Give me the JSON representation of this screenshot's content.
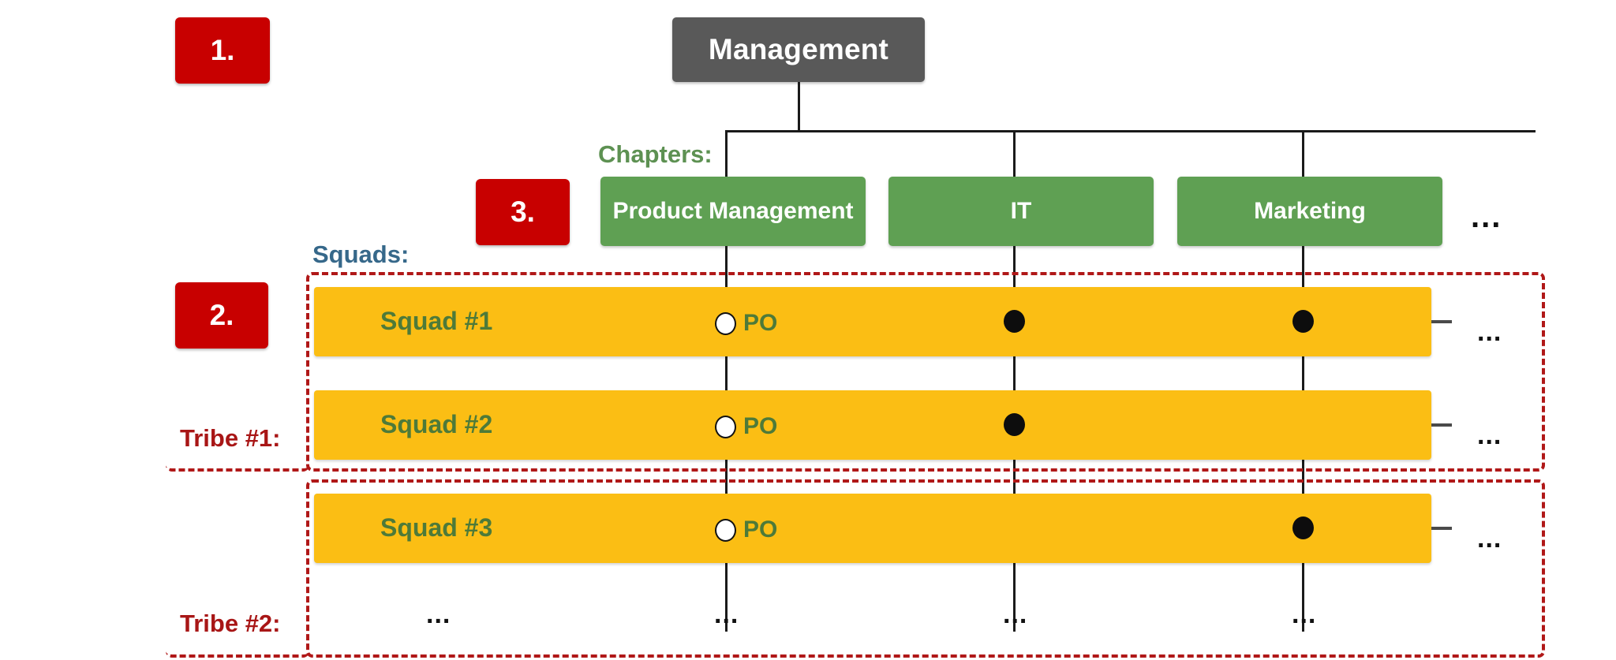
{
  "diagram": {
    "title_box": {
      "label": "Management"
    },
    "section_labels": {
      "chapters": "Chapters:",
      "squads": "Squads:"
    },
    "badges": [
      {
        "label": "1."
      },
      {
        "label": "2."
      },
      {
        "label": "3."
      }
    ],
    "chapters": [
      {
        "label": "Product Management"
      },
      {
        "label": "IT"
      },
      {
        "label": "Marketing"
      }
    ],
    "chapters_more": "...",
    "tribes": [
      {
        "label": "Tribe #1:"
      },
      {
        "label": "Tribe #2:"
      }
    ],
    "squads": [
      {
        "label": "Squad #1",
        "po_label": "PO",
        "members": {
          "product_management": "po",
          "it": "member",
          "marketing": "member"
        },
        "more": "..."
      },
      {
        "label": "Squad #2",
        "po_label": "PO",
        "members": {
          "product_management": "po",
          "it": "member",
          "marketing": "none"
        },
        "more": "..."
      },
      {
        "label": "Squad #3",
        "po_label": "PO",
        "members": {
          "product_management": "po",
          "it": "none",
          "marketing": "member"
        },
        "more": "..."
      }
    ],
    "more_row": {
      "squad_more": "...",
      "product_management_more": "...",
      "it_more": "...",
      "marketing_more": "..."
    },
    "colors": {
      "management": "#595959",
      "chapter": "#5FA053",
      "squad": "#FBBE14",
      "badge": "#C80000",
      "tribe_border": "#B01818",
      "chapters_label": "#5D9152",
      "squads_label": "#36688A",
      "tribe_label": "#A81616",
      "squad_text": "#4E7A39",
      "line": "#1a1a1a"
    }
  }
}
